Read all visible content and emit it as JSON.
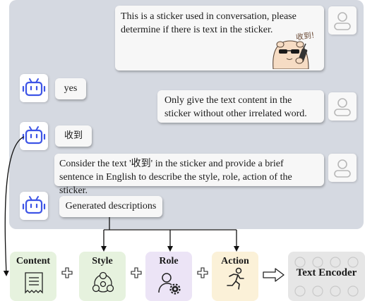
{
  "chat": [
    {
      "role": "user",
      "text": "This is a sticker used in conversation, please determine if there is text in the sticker."
    },
    {
      "role": "bot",
      "text": "yes"
    },
    {
      "role": "user",
      "text": "Only give the text content in the sticker without other irrelated word."
    },
    {
      "role": "bot",
      "text": "收到"
    },
    {
      "role": "user",
      "text": "Consider the text '收到' in the sticker and provide a brief sentence in English to describe the style, role, action of the sticker."
    },
    {
      "role": "bot",
      "text": "Generated descriptions"
    }
  ],
  "sticker": {
    "text": "收到!"
  },
  "attributes": [
    {
      "label": "Content",
      "color": "#e6f2de",
      "icon": "receipt-icon"
    },
    {
      "label": "Style",
      "color": "#e6f2de",
      "icon": "cluster-nodes-icon"
    },
    {
      "label": "Role",
      "color": "#ece4f6",
      "icon": "user-gear-icon"
    },
    {
      "label": "Action",
      "color": "#fbf1d8",
      "icon": "running-person-icon"
    }
  ],
  "encoder": {
    "label": "Text Encoder"
  },
  "colors": {
    "panel": "#d5d9e1",
    "bot_icon": "#3d54e6",
    "user_icon": "#b7b7b7"
  }
}
